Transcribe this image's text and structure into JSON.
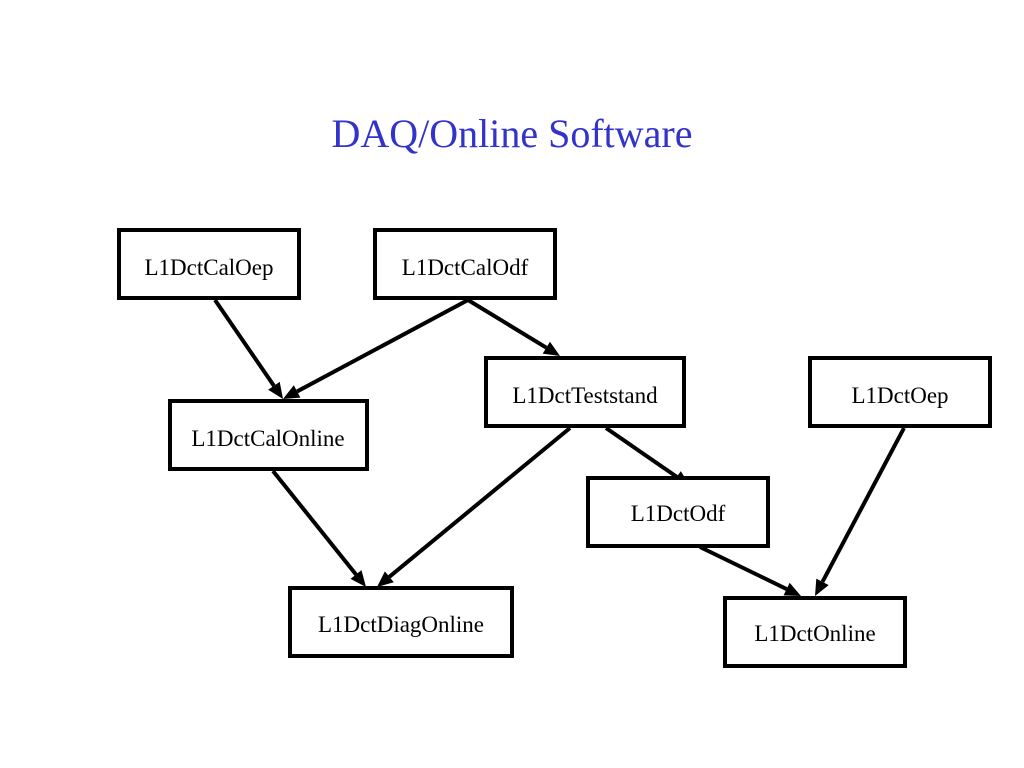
{
  "title": "DAQ/Online Software",
  "colors": {
    "title": "#3333cc",
    "box_stroke": "#000000",
    "arrow": "#000000",
    "background": "#ffffff"
  },
  "nodes": [
    {
      "id": "l1dctcaloep",
      "label": "L1DctCalOep"
    },
    {
      "id": "l1dctcalodf",
      "label": "L1DctCalOdf"
    },
    {
      "id": "l1dctteststand",
      "label": "L1DctTeststand"
    },
    {
      "id": "l1dctoep",
      "label": "L1DctOep"
    },
    {
      "id": "l1dctcalonline",
      "label": "L1DctCalOnline"
    },
    {
      "id": "l1dctodf",
      "label": "L1DctOdf"
    },
    {
      "id": "l1dctdiagonline",
      "label": "L1DctDiagOnline"
    },
    {
      "id": "l1dctonline",
      "label": "L1DctOnline"
    }
  ],
  "edges": [
    {
      "from": "l1dctcaloep",
      "to": "l1dctcalonline"
    },
    {
      "from": "l1dctcalodf",
      "to": "l1dctcalonline"
    },
    {
      "from": "l1dctcalodf",
      "to": "l1dctteststand"
    },
    {
      "from": "l1dctcalonline",
      "to": "l1dctdiagonline"
    },
    {
      "from": "l1dctteststand",
      "to": "l1dctdiagonline"
    },
    {
      "from": "l1dctteststand",
      "to": "l1dctodf"
    },
    {
      "from": "l1dctodf",
      "to": "l1dctonline"
    },
    {
      "from": "l1dctoep",
      "to": "l1dctonline"
    }
  ]
}
